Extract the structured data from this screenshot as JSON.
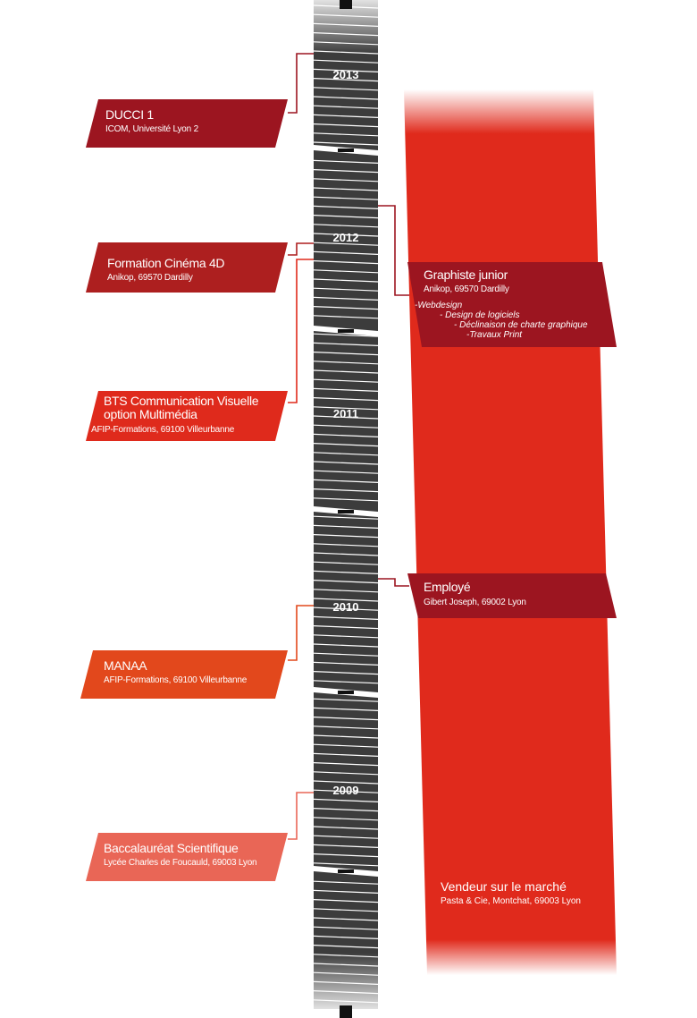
{
  "years": [
    "2013",
    "2012",
    "2011",
    "2010",
    "2009"
  ],
  "education": [
    {
      "title": "DUCCI 1",
      "subtitle": "ICOM, Université Lyon 2",
      "color": "#9c1520"
    },
    {
      "title": "Formation Cinéma 4D",
      "subtitle": "Anikop, 69570 Dardilly",
      "color": "#ad1f1f"
    },
    {
      "title": "BTS Communication Visuelle",
      "title2": "option Multimédia",
      "subtitle": "AFIP-Formations, 69100 Villeurbanne",
      "color": "#df2a1c"
    },
    {
      "title": "MANAA",
      "subtitle": "AFIP-Formations, 69100 Villeurbanne",
      "color": "#e2481c"
    },
    {
      "title": "Baccalauréat Scientifique",
      "subtitle": "Lycée Charles de Foucauld, 69003 Lyon",
      "color": "#e96656"
    }
  ],
  "jobs": [
    {
      "title": "Graphiste junior",
      "subtitle": "Anikop, 69570 Dardilly",
      "color": "#9c1520",
      "tasks": [
        "-Webdesign",
        "- Design de logiciels",
        "- Déclinaison de charte graphique",
        "-Travaux Print"
      ]
    },
    {
      "title": "Employé",
      "subtitle": "Gibert Joseph, 69002 Lyon",
      "color": "#9c1520"
    },
    {
      "title": "Vendeur sur le marché",
      "subtitle": "Pasta & Cie, Montchat, 69003 Lyon",
      "color": "#e02a1c"
    }
  ]
}
